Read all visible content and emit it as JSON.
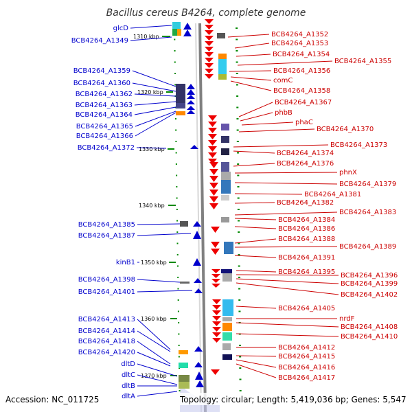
{
  "title": "Bacillus cereus B4264, complete genome",
  "footer": {
    "accession": "Accession: NC_011725",
    "topology": "Topology: circular; Length: 5,419,036 bp; Genes: 5,547"
  },
  "colors": {
    "plus_strand": "#0000cc",
    "minus_strand": "#ee0000",
    "genome_line": "#808080",
    "tick": "#008800"
  },
  "ticks": [
    "1310 kbp",
    "1320 kbp",
    "1330 kbp",
    "1340 kbp",
    "1350 kbp",
    "1360 kbp",
    "1370 kbp"
  ],
  "left_genes": [
    "glcD",
    "BCB4264_A1349",
    "BCB4264_A1359",
    "BCB4264_A1360",
    "BCB4264_A1362",
    "BCB4264_A1363",
    "BCB4264_A1364",
    "BCB4264_A1365",
    "BCB4264_A1366",
    "BCB4264_A1372",
    "BCB4264_A1385",
    "BCB4264_A1387",
    "kinB1",
    "BCB4264_A1398",
    "BCB4264_A1401",
    "BCB4264_A1413",
    "BCB4264_A1414",
    "BCB4264_A1418",
    "BCB4264_A1420",
    "dltD",
    "dltC",
    "dltB",
    "dltA"
  ],
  "right_genes": [
    "BCB4264_A1352",
    "BCB4264_A1353",
    "BCB4264_A1354",
    "BCB4264_A1355",
    "BCB4264_A1356",
    "comC",
    "BCB4264_A1358",
    "BCB4264_A1367",
    "phbB",
    "phaC",
    "BCB4264_A1370",
    "BCB4264_A1373",
    "BCB4264_A1374",
    "BCB4264_A1376",
    "phnX",
    "BCB4264_A1379",
    "BCB4264_A1381",
    "BCB4264_A1382",
    "BCB4264_A1383",
    "BCB4264_A1384",
    "BCB4264_A1386",
    "BCB4264_A1388",
    "BCB4264_A1389",
    "BCB4264_A1391",
    "BCB4264_A1395",
    "BCB4264_A1396",
    "BCB4264_A1399",
    "BCB4264_A1402",
    "BCB4264_A1405",
    "nrdF",
    "BCB4264_A1408",
    "BCB4264_A1410",
    "BCB4264_A1412",
    "BCB4264_A1415",
    "BCB4264_A1416",
    "BCB4264_A1417"
  ]
}
